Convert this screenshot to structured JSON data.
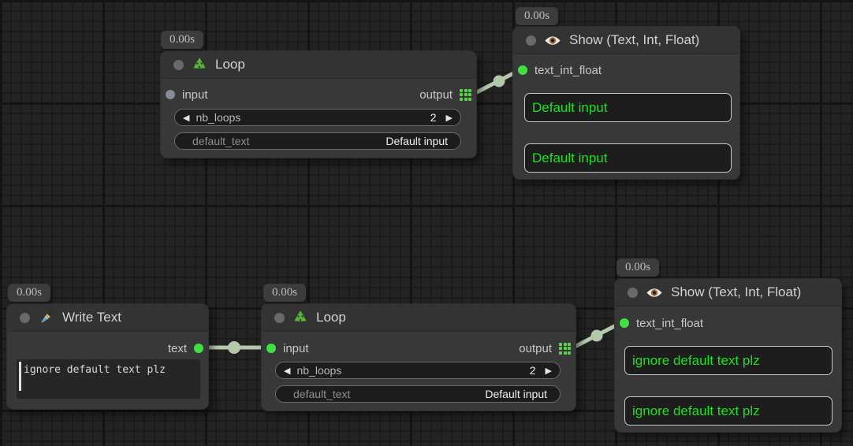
{
  "colors": {
    "accent_green": "#3fe03f",
    "wire": "#b5c8ab",
    "show_value_green": "#1be41b",
    "node_body": "#383838",
    "node_title": "#333333"
  },
  "icons": {
    "decrement": "◀",
    "increment": "▶"
  },
  "nodes": {
    "loop_top": {
      "badge": "0.00s",
      "title": "Loop",
      "input_label": "input",
      "output_label": "output",
      "nb_loops": {
        "label": "nb_loops",
        "value": "2"
      },
      "default_text": {
        "label": "default_text",
        "value": "Default input"
      }
    },
    "show_top": {
      "badge": "0.00s",
      "title": "Show (Text, Int, Float)",
      "input_label": "text_int_float",
      "boxes": [
        "Default input",
        "Default input"
      ]
    },
    "write_text": {
      "badge": "0.00s",
      "title": "Write Text",
      "output_label": "text",
      "text_value": "ignore default text plz"
    },
    "loop_bottom": {
      "badge": "0.00s",
      "title": "Loop",
      "input_label": "input",
      "output_label": "output",
      "nb_loops": {
        "label": "nb_loops",
        "value": "2"
      },
      "default_text": {
        "label": "default_text",
        "value": "Default input"
      }
    },
    "show_bottom": {
      "badge": "0.00s",
      "title": "Show (Text, Int, Float)",
      "input_label": "text_int_float",
      "boxes": [
        "ignore default text plz",
        "ignore default text plz"
      ]
    }
  }
}
